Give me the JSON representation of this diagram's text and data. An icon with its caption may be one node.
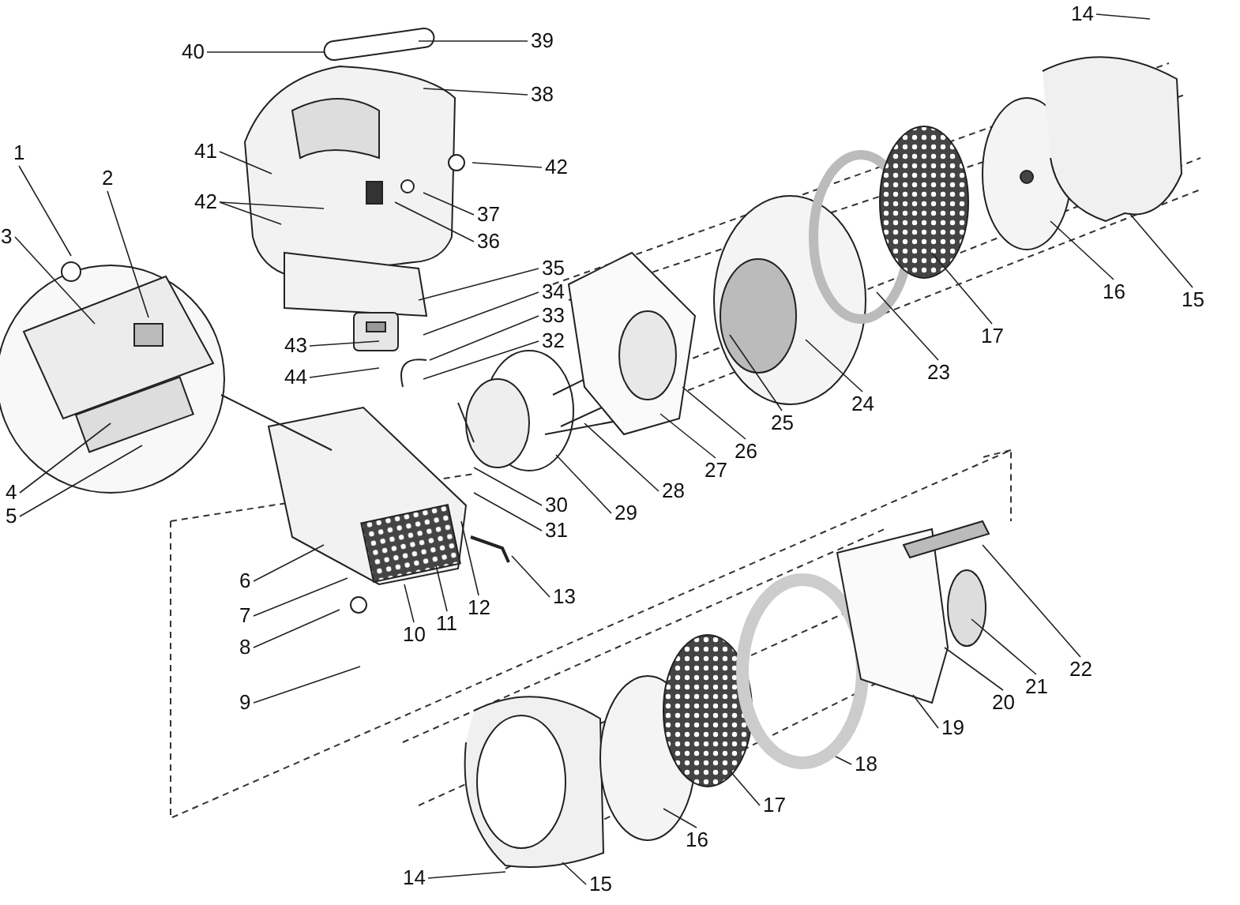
{
  "diagram": {
    "nodes": [
      {
        "text": [
          "14"
        ]
      },
      {
        "text": [
          "39"
        ]
      },
      {
        "text": [
          "40"
        ]
      },
      {
        "text": [
          "38"
        ]
      },
      {
        "text": [
          "41"
        ]
      },
      {
        "text": [
          "1"
        ]
      },
      {
        "text": [
          "42"
        ]
      },
      {
        "text": [
          "2"
        ]
      },
      {
        "text": [
          "42"
        ]
      },
      {
        "text": [
          "37"
        ]
      },
      {
        "text": [
          "3"
        ]
      },
      {
        "text": [
          "36"
        ]
      },
      {
        "text": [
          "35"
        ]
      },
      {
        "text": [
          "34"
        ]
      },
      {
        "text": [
          "16"
        ]
      },
      {
        "text": [
          "15"
        ]
      },
      {
        "text": [
          "33"
        ]
      },
      {
        "text": [
          "17"
        ]
      },
      {
        "text": [
          "32"
        ]
      },
      {
        "text": [
          "43"
        ]
      },
      {
        "text": [
          "23"
        ]
      },
      {
        "text": [
          "44"
        ]
      },
      {
        "text": [
          "24"
        ]
      },
      {
        "text": [
          "25"
        ]
      },
      {
        "text": [
          "26"
        ]
      },
      {
        "text": [
          "27"
        ]
      },
      {
        "text": [
          "28"
        ]
      },
      {
        "text": [
          "4"
        ]
      },
      {
        "text": [
          "30"
        ]
      },
      {
        "text": [
          "29"
        ]
      },
      {
        "text": [
          "5"
        ]
      },
      {
        "text": [
          "31"
        ]
      },
      {
        "text": [
          "6"
        ]
      },
      {
        "text": [
          "13"
        ]
      },
      {
        "text": [
          "12"
        ]
      },
      {
        "text": [
          "7"
        ]
      },
      {
        "text": [
          "11"
        ]
      },
      {
        "text": [
          "10"
        ]
      },
      {
        "text": [
          "8"
        ]
      },
      {
        "text": [
          "22"
        ]
      },
      {
        "text": [
          "21"
        ]
      },
      {
        "text": [
          "20"
        ]
      },
      {
        "text": [
          "9"
        ]
      },
      {
        "text": [
          "19"
        ]
      },
      {
        "text": [
          "18"
        ]
      },
      {
        "text": [
          "17"
        ]
      },
      {
        "text": [
          "16"
        ]
      },
      {
        "text": [
          "14"
        ]
      },
      {
        "text": [
          "15"
        ]
      }
    ],
    "edges": [
      {
        "from": 0,
        "to": null,
        "arrow": "none"
      },
      {
        "from": 1,
        "to": null,
        "arrow": "none"
      },
      {
        "from": 2,
        "to": null,
        "arrow": "none"
      },
      {
        "from": 3,
        "to": null,
        "arrow": "none"
      },
      {
        "from": 4,
        "to": null,
        "arrow": "none"
      },
      {
        "from": 5,
        "to": null,
        "arrow": "none"
      },
      {
        "from": 6,
        "to": null,
        "arrow": "none"
      },
      {
        "from": 7,
        "to": null,
        "arrow": "none"
      },
      {
        "from": 8,
        "to": null,
        "arrow": "none"
      },
      {
        "from": 8,
        "to": null,
        "arrow": "none"
      },
      {
        "from": 9,
        "to": null,
        "arrow": "none"
      },
      {
        "from": 10,
        "to": null,
        "arrow": "none"
      },
      {
        "from": 11,
        "to": null,
        "arrow": "none"
      },
      {
        "from": 12,
        "to": null,
        "arrow": "none"
      },
      {
        "from": 13,
        "to": null,
        "arrow": "none"
      },
      {
        "from": 14,
        "to": null,
        "arrow": "none"
      },
      {
        "from": 15,
        "to": null,
        "arrow": "none"
      },
      {
        "from": 16,
        "to": null,
        "arrow": "none"
      },
      {
        "from": 17,
        "to": null,
        "arrow": "none"
      },
      {
        "from": 18,
        "to": null,
        "arrow": "none"
      },
      {
        "from": 19,
        "to": null,
        "arrow": "none"
      },
      {
        "from": 20,
        "to": null,
        "arrow": "none"
      },
      {
        "from": 21,
        "to": null,
        "arrow": "none"
      },
      {
        "from": 22,
        "to": null,
        "arrow": "none"
      },
      {
        "from": 23,
        "to": null,
        "arrow": "none"
      },
      {
        "from": 24,
        "to": null,
        "arrow": "none"
      },
      {
        "from": 25,
        "to": null,
        "arrow": "none"
      },
      {
        "from": 26,
        "to": null,
        "arrow": "none"
      },
      {
        "from": 27,
        "to": null,
        "arrow": "none"
      },
      {
        "from": 28,
        "to": null,
        "arrow": "none"
      },
      {
        "from": 29,
        "to": null,
        "arrow": "none"
      },
      {
        "from": 30,
        "to": null,
        "arrow": "none"
      },
      {
        "from": 31,
        "to": null,
        "arrow": "none"
      },
      {
        "from": 32,
        "to": null,
        "arrow": "none"
      },
      {
        "from": 33,
        "to": null,
        "arrow": "none"
      },
      {
        "from": 34,
        "to": null,
        "arrow": "none"
      },
      {
        "from": 35,
        "to": null,
        "arrow": "none"
      },
      {
        "from": 36,
        "to": null,
        "arrow": "none"
      },
      {
        "from": 37,
        "to": null,
        "arrow": "none"
      },
      {
        "from": 38,
        "to": null,
        "arrow": "none"
      },
      {
        "from": 39,
        "to": null,
        "arrow": "none"
      },
      {
        "from": 40,
        "to": null,
        "arrow": "none"
      },
      {
        "from": 41,
        "to": null,
        "arrow": "none"
      },
      {
        "from": 42,
        "to": null,
        "arrow": "none"
      },
      {
        "from": 43,
        "to": null,
        "arrow": "none"
      },
      {
        "from": 44,
        "to": null,
        "arrow": "none"
      },
      {
        "from": 45,
        "to": null,
        "arrow": "none"
      },
      {
        "from": 46,
        "to": null,
        "arrow": "none"
      },
      {
        "from": 47,
        "to": null,
        "arrow": "none"
      },
      {
        "from": 48,
        "to": null,
        "arrow": "none"
      }
    ]
  }
}
